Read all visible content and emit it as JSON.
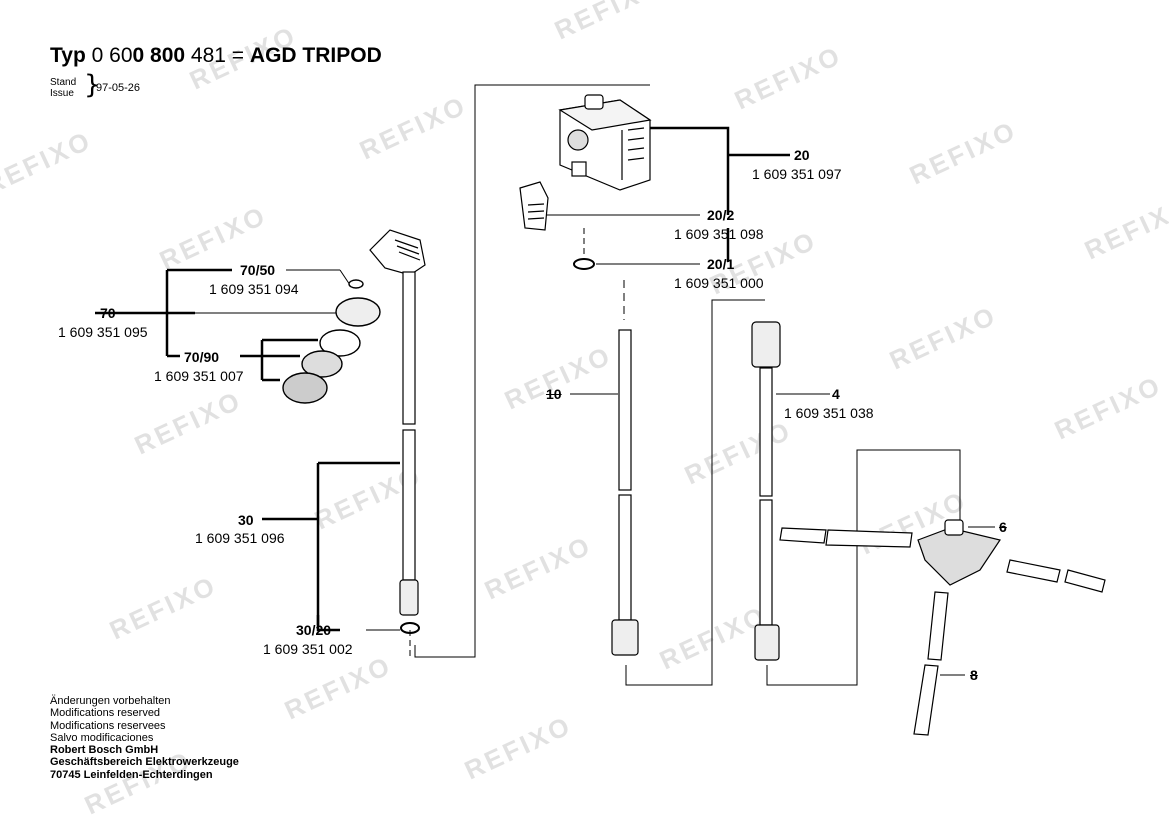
{
  "header": {
    "typ_word": "Typ",
    "num_a": "0 60",
    "num_b": "0 800",
    "num_c": "481",
    "eq": "=",
    "name": "AGD TRIPOD",
    "stand_label": "Stand",
    "issue_label": "Issue",
    "date": "97-05-26"
  },
  "parts": [
    {
      "id": "20",
      "pn": "1 609 351 097"
    },
    {
      "id": "20/2",
      "pn": "1 609 351 098"
    },
    {
      "id": "20/1",
      "pn": "1 609 351 000"
    },
    {
      "id": "70/50",
      "pn": "1 609 351 094"
    },
    {
      "id": "70",
      "pn": "1 609 351 095"
    },
    {
      "id": "70/90",
      "pn": "1 609 351 007"
    },
    {
      "id": "4",
      "pn": "1 609 351 038"
    },
    {
      "id": "30",
      "pn": "1 609 351 096"
    },
    {
      "id": "30/20",
      "pn": "1 609 351 002"
    }
  ],
  "struck_labels": [
    "10",
    "6",
    "8"
  ],
  "footer": [
    "Änderungen vorbehalten",
    "Modifications reserved",
    "Modifications reservees",
    "Salvo modificaciones",
    "Robert Bosch GmbH",
    "Geschäftsbereich Elektrowerkzeuge",
    "70745 Leinfelden-Echterdingen"
  ],
  "watermark": "REFIXO"
}
